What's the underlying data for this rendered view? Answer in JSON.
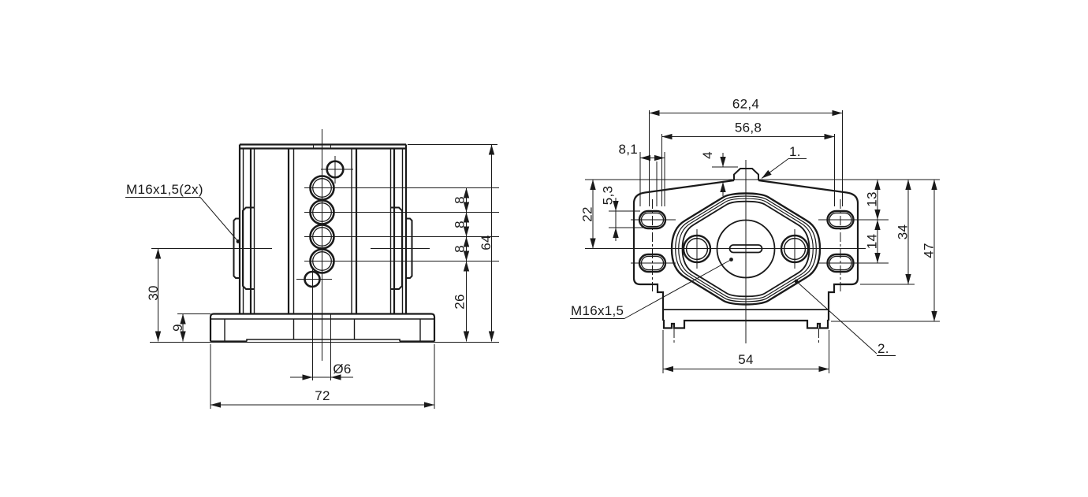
{
  "drawing": {
    "background": "#ffffff",
    "ink": "#1a1a1a",
    "front_view": {
      "thread_note": "M16x1,5(2x)",
      "dims": {
        "overall_width": "72",
        "overall_height": "64",
        "hole_diameter": "Ø6",
        "base_height": "9",
        "port_center_height": "30",
        "hole_pitch_1": "8",
        "hole_pitch_2": "8",
        "hole_pitch_3": "8",
        "lowest_hole_height": "26"
      }
    },
    "side_view": {
      "thread_note": "M16x1,5",
      "callout_1": "1.",
      "callout_2": "2.",
      "dims": {
        "outer_width": "62,4",
        "inner_width": "56,8",
        "slot_length": "8,1",
        "tab_height": "4",
        "center_height": "22",
        "slot_width": "5,3",
        "hole_offset": "13",
        "hole_pitch": "14",
        "bracket_height": "34",
        "overall_height": "47",
        "base_width": "54"
      }
    }
  }
}
